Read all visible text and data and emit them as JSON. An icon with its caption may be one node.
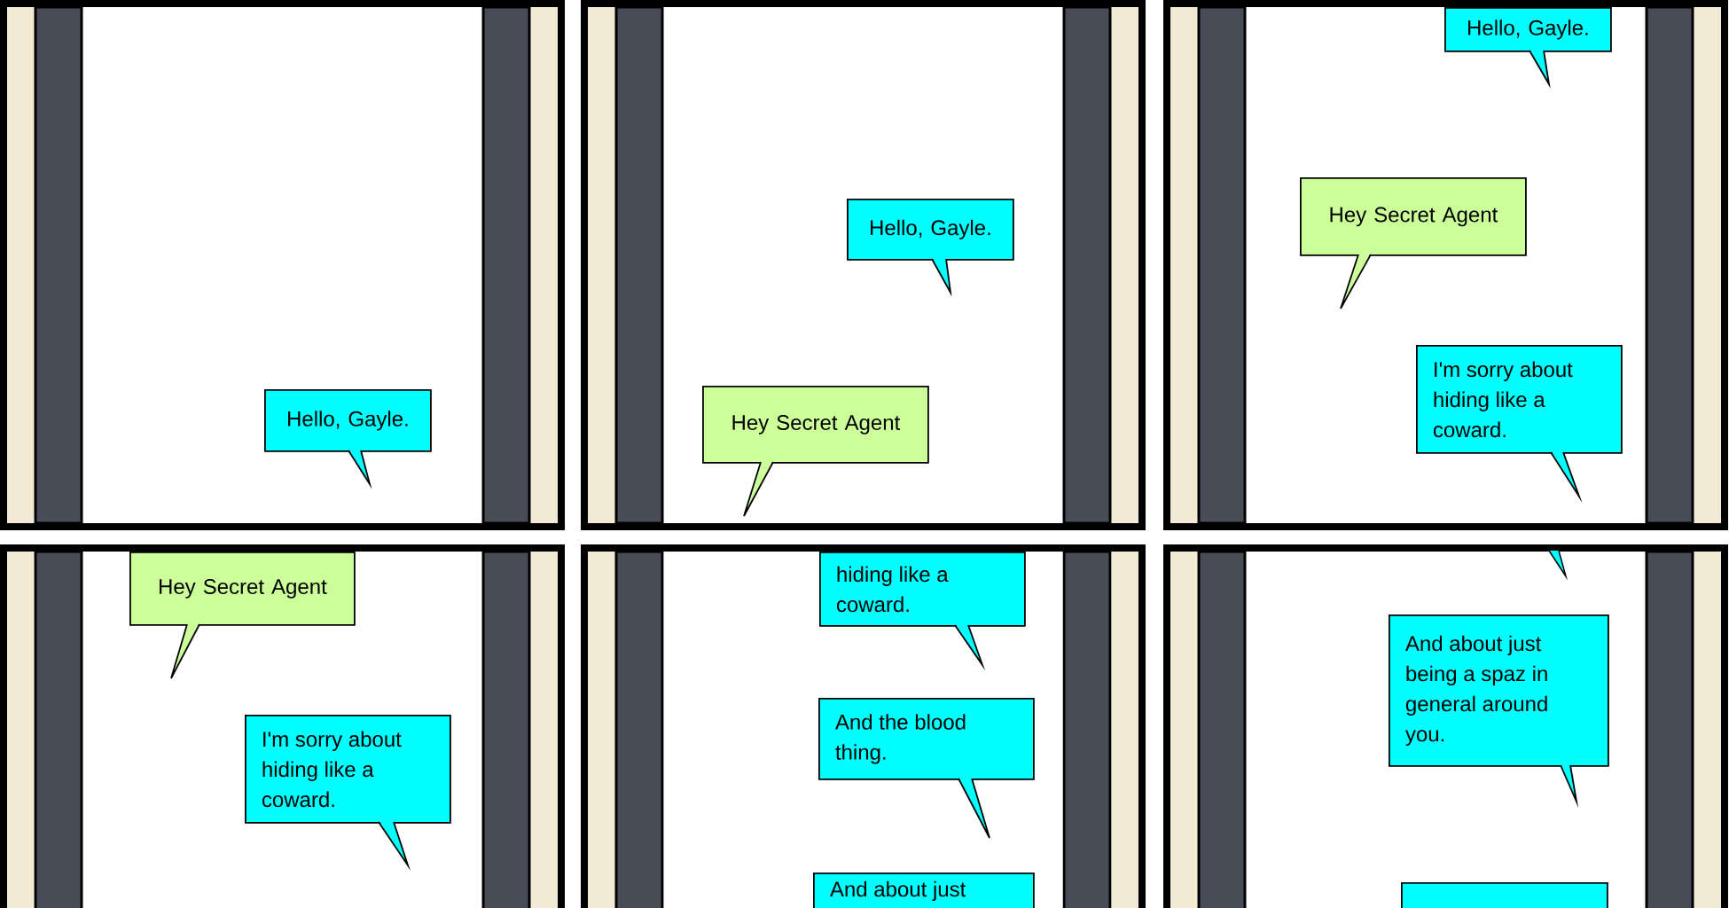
{
  "diagram": {
    "nodes": [
      {
        "text": [
          "Hello, Gayle."
        ]
      },
      {
        "text": [
          "Hello, Gayle."
        ]
      },
      {
        "text": [
          "Hey Secret Agent"
        ]
      },
      {
        "text": [
          "Hello, Gayle."
        ]
      },
      {
        "text": [
          "Hey Secret Agent"
        ]
      },
      {
        "text": [
          "I'm sorry about hiding like a coward."
        ]
      },
      {
        "text": [
          "Hey Secret Agent"
        ]
      },
      {
        "text": [
          "I'm sorry about hiding like a coward."
        ]
      },
      {
        "text": [
          "hiding like a coward."
        ]
      },
      {
        "text": [
          "And the blood thing."
        ]
      },
      {
        "text": [
          "And about just"
        ]
      },
      {
        "text": [
          "And about just being a spaz in general around you."
        ]
      },
      {
        "text": [],
        "shape": "box"
      }
    ]
  }
}
